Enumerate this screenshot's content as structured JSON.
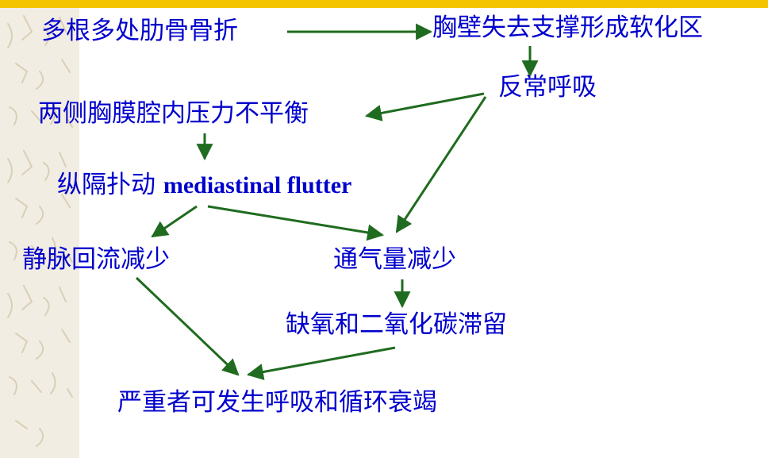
{
  "nodes": {
    "rib_fracture": "多根多处肋骨骨折",
    "chest_wall": "胸壁失去支撑形成软化区",
    "paradoxical": "反常呼吸",
    "pressure_imbalance": "两侧胸膜腔内压力不平衡",
    "flutter_cn": "纵隔扑动",
    "flutter_en": "mediastinal flutter",
    "venous_return": "静脉回流减少",
    "ventilation": "通气量减少",
    "hypoxia": "缺氧和二氧化碳滞留",
    "failure": "严重者可发生呼吸和循环衰竭"
  },
  "colors": {
    "text": "#0000cc",
    "arrow": "#1f6b1f",
    "top_bar": "#f5c400",
    "side_strip": "#f2ede2"
  }
}
